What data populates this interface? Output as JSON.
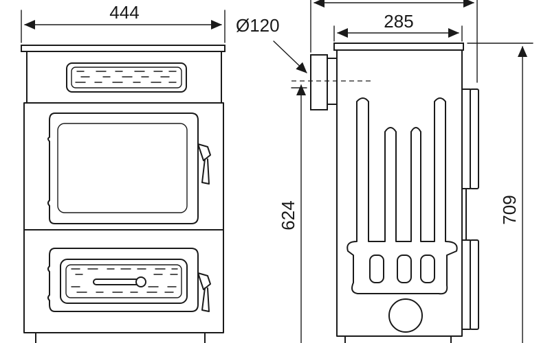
{
  "dimensions": {
    "front_width": "444",
    "side_depth": "285",
    "flue_diameter": "Ø120",
    "flue_height": "624",
    "total_height": "709"
  }
}
